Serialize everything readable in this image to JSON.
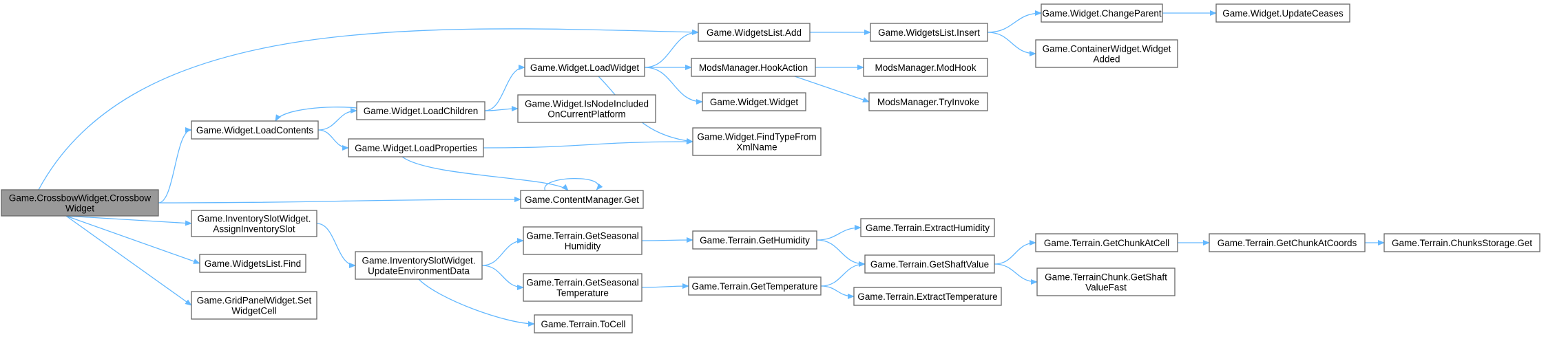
{
  "diagram": {
    "nodes": [
      {
        "id": "root",
        "lines": [
          "Game.CrossbowWidget.Crossbow",
          "Widget"
        ],
        "root": true
      },
      {
        "id": "wl_add",
        "lines": [
          "Game.WidgetsList.Add"
        ]
      },
      {
        "id": "wl_insert",
        "lines": [
          "Game.WidgetsList.Insert"
        ]
      },
      {
        "id": "w_chparent",
        "lines": [
          "Game.Widget.ChangeParent"
        ]
      },
      {
        "id": "w_updceases",
        "lines": [
          "Game.Widget.UpdateCeases"
        ]
      },
      {
        "id": "cw_added",
        "lines": [
          "Game.ContainerWidget.Widget",
          "Added"
        ]
      },
      {
        "id": "w_loadwidget",
        "lines": [
          "Game.Widget.LoadWidget"
        ]
      },
      {
        "id": "mm_hook",
        "lines": [
          "ModsManager.HookAction"
        ]
      },
      {
        "id": "mm_modhook",
        "lines": [
          "ModsManager.ModHook"
        ]
      },
      {
        "id": "mm_tryinvoke",
        "lines": [
          "ModsManager.TryInvoke"
        ]
      },
      {
        "id": "w_widget",
        "lines": [
          "Game.Widget.Widget"
        ]
      },
      {
        "id": "w_loadchildren",
        "lines": [
          "Game.Widget.LoadChildren"
        ]
      },
      {
        "id": "w_isnode",
        "lines": [
          "Game.Widget.IsNodeIncluded",
          "OnCurrentPlatform"
        ]
      },
      {
        "id": "w_loadcontents",
        "lines": [
          "Game.Widget.LoadContents"
        ]
      },
      {
        "id": "w_findtype",
        "lines": [
          "Game.Widget.FindTypeFrom",
          "XmlName"
        ]
      },
      {
        "id": "w_loadprops",
        "lines": [
          "Game.Widget.LoadProperties"
        ]
      },
      {
        "id": "cm_get",
        "lines": [
          "Game.ContentManager.Get"
        ]
      },
      {
        "id": "isw_assign",
        "lines": [
          "Game.InventorySlotWidget.",
          "AssignInventorySlot"
        ]
      },
      {
        "id": "isw_update",
        "lines": [
          "Game.InventorySlotWidget.",
          "UpdateEnvironmentData"
        ]
      },
      {
        "id": "wl_find",
        "lines": [
          "Game.WidgetsList.Find"
        ]
      },
      {
        "id": "gpw_set",
        "lines": [
          "Game.GridPanelWidget.Set",
          "WidgetCell"
        ]
      },
      {
        "id": "t_seashum",
        "lines": [
          "Game.Terrain.GetSeasonal",
          "Humidity"
        ]
      },
      {
        "id": "t_seastemp",
        "lines": [
          "Game.Terrain.GetSeasonal",
          "Temperature"
        ]
      },
      {
        "id": "t_tocell",
        "lines": [
          "Game.Terrain.ToCell"
        ]
      },
      {
        "id": "t_gethum",
        "lines": [
          "Game.Terrain.GetHumidity"
        ]
      },
      {
        "id": "t_gettemp",
        "lines": [
          "Game.Terrain.GetTemperature"
        ]
      },
      {
        "id": "t_exthum",
        "lines": [
          "Game.Terrain.ExtractHumidity"
        ]
      },
      {
        "id": "t_shaft",
        "lines": [
          "Game.Terrain.GetShaftValue"
        ]
      },
      {
        "id": "t_exttemp",
        "lines": [
          "Game.Terrain.ExtractTemperature"
        ]
      },
      {
        "id": "t_chunkcell",
        "lines": [
          "Game.Terrain.GetChunkAtCell"
        ]
      },
      {
        "id": "tc_shaftfast",
        "lines": [
          "Game.TerrainChunk.GetShaft",
          "ValueFast"
        ]
      },
      {
        "id": "t_chunkcoords",
        "lines": [
          "Game.Terrain.GetChunkAtCoords"
        ]
      },
      {
        "id": "t_cs_get",
        "lines": [
          "Game.Terrain.ChunksStorage.Get"
        ]
      }
    ],
    "edges": [
      [
        "root",
        "wl_add"
      ],
      [
        "root",
        "w_loadcontents"
      ],
      [
        "root",
        "cm_get"
      ],
      [
        "root",
        "isw_assign"
      ],
      [
        "root",
        "wl_find"
      ],
      [
        "root",
        "gpw_set"
      ],
      [
        "wl_add",
        "wl_insert"
      ],
      [
        "wl_insert",
        "w_chparent"
      ],
      [
        "wl_insert",
        "cw_added"
      ],
      [
        "w_chparent",
        "w_updceases"
      ],
      [
        "w_loadcontents",
        "w_loadchildren"
      ],
      [
        "w_loadcontents",
        "w_loadprops"
      ],
      [
        "w_loadchildren",
        "w_loadwidget"
      ],
      [
        "w_loadchildren",
        "w_isnode"
      ],
      [
        "w_loadchildren",
        "w_loadcontents"
      ],
      [
        "w_loadwidget",
        "wl_add"
      ],
      [
        "w_loadwidget",
        "mm_hook"
      ],
      [
        "w_loadwidget",
        "w_widget"
      ],
      [
        "w_loadwidget",
        "w_findtype"
      ],
      [
        "mm_hook",
        "mm_modhook"
      ],
      [
        "mm_hook",
        "mm_tryinvoke"
      ],
      [
        "w_loadprops",
        "w_findtype"
      ],
      [
        "w_loadprops",
        "cm_get"
      ],
      [
        "cm_get",
        "cm_get"
      ],
      [
        "isw_assign",
        "isw_update"
      ],
      [
        "isw_update",
        "t_seashum"
      ],
      [
        "isw_update",
        "t_seastemp"
      ],
      [
        "isw_update",
        "t_tocell"
      ],
      [
        "t_seashum",
        "t_gethum"
      ],
      [
        "t_seastemp",
        "t_gettemp"
      ],
      [
        "t_gethum",
        "t_exthum"
      ],
      [
        "t_gethum",
        "t_shaft"
      ],
      [
        "t_gettemp",
        "t_shaft"
      ],
      [
        "t_gettemp",
        "t_exttemp"
      ],
      [
        "t_shaft",
        "t_chunkcell"
      ],
      [
        "t_shaft",
        "tc_shaftfast"
      ],
      [
        "t_chunkcell",
        "t_chunkcoords"
      ],
      [
        "t_chunkcoords",
        "t_cs_get"
      ]
    ]
  },
  "colors": {
    "edge": "#63b8ff",
    "node_fill": "#ffffff",
    "node_border": "#666666",
    "root_fill": "#999999"
  }
}
